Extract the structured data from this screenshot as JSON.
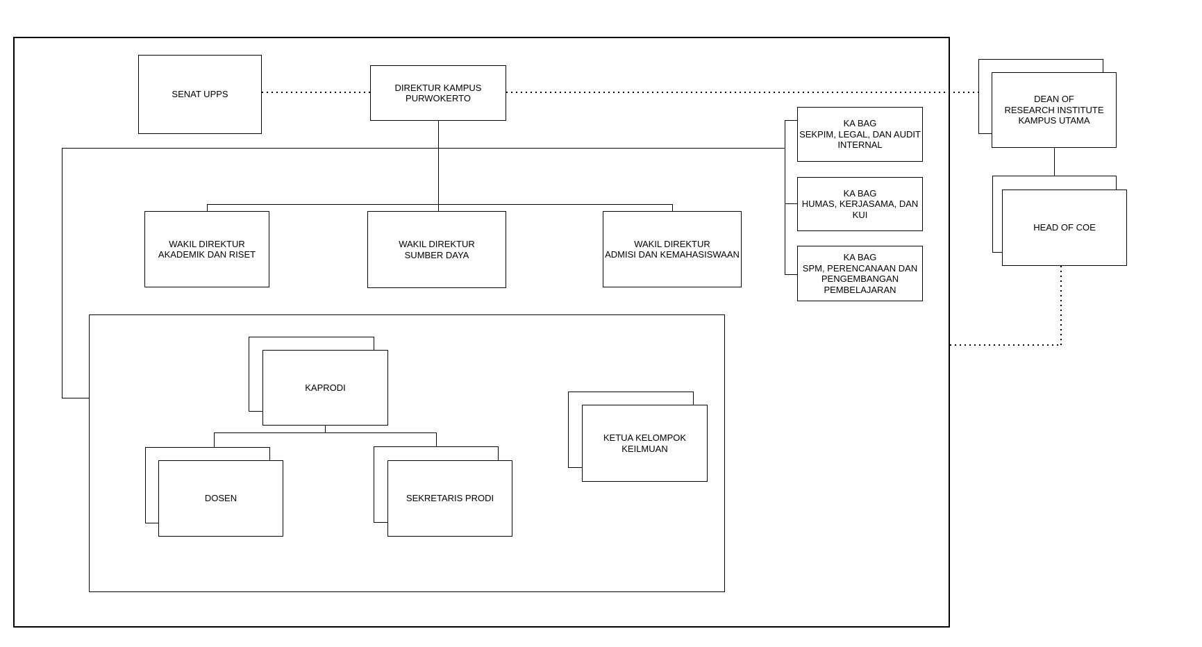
{
  "diagram": {
    "type": "organizational-chart",
    "background_color": "#ffffff",
    "stroke_color": "#000000",
    "text_color": "#000000",
    "nodes": {
      "senat": {
        "label": "SENAT UPPS"
      },
      "direktur": {
        "label": "DIREKTUR KAMPUS\nPURWOKERTO"
      },
      "wakil_akademik": {
        "label": "WAKIL DIREKTUR\nAKADEMIK DAN RISET"
      },
      "wakil_sumber": {
        "label": "WAKIL DIREKTUR\nSUMBER DAYA"
      },
      "wakil_admisi": {
        "label": "WAKIL DIREKTUR\nADMISI DAN KEMAHASISWAAN"
      },
      "kabag_sekpim": {
        "label": "KA BAG\nSEKPIM, LEGAL, DAN AUDIT\nINTERNAL"
      },
      "kabag_humas": {
        "label": "KA BAG\nHUMAS, KERJASAMA, DAN\nKUI"
      },
      "kabag_spm": {
        "label": "KA BAG\nSPM, PERENCANAAN DAN\nPENGEMBANGAN\nPEMBELAJARAN"
      },
      "kaprodi": {
        "label": "KAPRODI",
        "stacked": true
      },
      "dosen": {
        "label": "DOSEN",
        "stacked": true
      },
      "sekretaris_prodi": {
        "label": "SEKRETARIS PRODI",
        "stacked": true
      },
      "ketua_kelompok": {
        "label": "KETUA KELOMPOK\nKEILMUAN",
        "stacked": true
      },
      "dean_ri": {
        "label": "DEAN OF\nRESEARCH INSTITUTE\nKAMPUS UTAMA",
        "stacked": true
      },
      "head_coe": {
        "label": "HEAD OF COE",
        "stacked": true
      }
    },
    "edges": [
      {
        "from": "senat",
        "to": "direktur",
        "style": "dotted"
      },
      {
        "from": "direktur",
        "to": "dean_ri",
        "style": "dotted"
      },
      {
        "from": "direktur",
        "to": "wakil_akademik",
        "style": "solid"
      },
      {
        "from": "direktur",
        "to": "wakil_sumber",
        "style": "solid"
      },
      {
        "from": "direktur",
        "to": "wakil_admisi",
        "style": "solid"
      },
      {
        "from": "direktur",
        "to": "kabag_sekpim",
        "style": "solid"
      },
      {
        "from": "direktur",
        "to": "kabag_humas",
        "style": "solid"
      },
      {
        "from": "direktur",
        "to": "kabag_spm",
        "style": "solid"
      },
      {
        "from": "direktur",
        "to": "prodi_group_frame",
        "style": "solid"
      },
      {
        "from": "dean_ri",
        "to": "head_coe",
        "style": "solid"
      },
      {
        "from": "head_coe",
        "to": "outer_frame",
        "style": "dotted"
      },
      {
        "from": "kaprodi",
        "to": "dosen",
        "style": "solid"
      },
      {
        "from": "kaprodi",
        "to": "sekretaris_prodi",
        "style": "solid"
      }
    ]
  }
}
